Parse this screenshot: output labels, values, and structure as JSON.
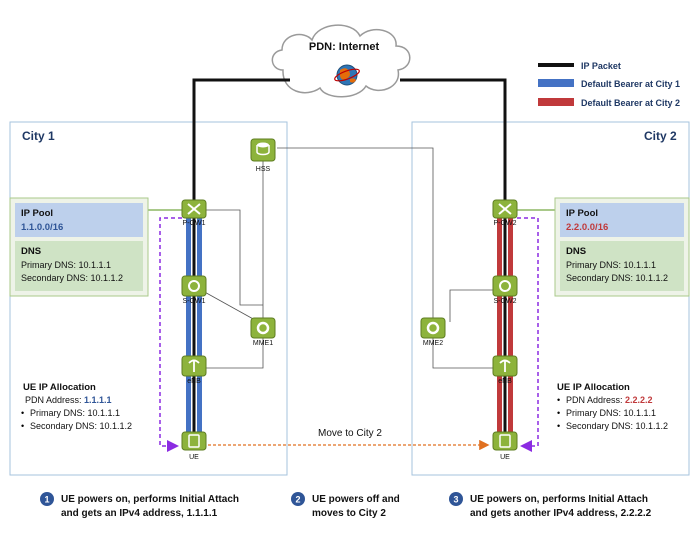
{
  "cloud": {
    "label": "PDN: Internet"
  },
  "legend": {
    "items": [
      {
        "label": "IP Packet",
        "color": "#111111"
      },
      {
        "label": "Default Bearer at City 1",
        "color": "#4472C4"
      },
      {
        "label": "Default Bearer at City 2",
        "color": "#C0393B"
      }
    ]
  },
  "cities": [
    {
      "title": "City 1",
      "pool_title": "IP Pool",
      "pool_value": "1.1.0.0/16",
      "dns_title": "DNS",
      "dns_primary": "Primary DNS: 10.1.1.1",
      "dns_secondary": "Secondary DNS: 10.1.1.2",
      "alloc_title": "UE IP Allocation",
      "alloc_pdn_label": "PDN Address: ",
      "alloc_pdn_value": "1.1.1.1",
      "alloc_primary": "Primary DNS: 10.1.1.1",
      "alloc_secondary": "Secondary DNS: 10.1.1.2",
      "nodes": {
        "pgw": "P-GW1",
        "sgw": "S-GW1",
        "enb": "eNB",
        "ue": "UE",
        "mme": "MME1",
        "hss": "HSS"
      }
    },
    {
      "title": "City 2",
      "pool_title": "IP Pool",
      "pool_value": "2.2.0.0/16",
      "dns_title": "DNS",
      "dns_primary": "Primary DNS: 10.1.1.1",
      "dns_secondary": "Secondary DNS: 10.1.1.2",
      "alloc_title": "UE IP Allocation",
      "alloc_pdn_label": "PDN Address: ",
      "alloc_pdn_value": "2.2.2.2",
      "alloc_primary": "Primary DNS: 10.1.1.1",
      "alloc_secondary": "Secondary DNS: 10.1.1.2",
      "nodes": {
        "pgw": "P-GW2",
        "sgw": "S-GW2",
        "enb": "eNB",
        "ue": "UE",
        "mme": "MME2"
      }
    }
  ],
  "move_label": "Move to City 2",
  "steps": [
    {
      "num": "1",
      "line1": "UE powers on, performs Initial Attach",
      "line2": "and gets an IPv4 address, 1.1.1.1"
    },
    {
      "num": "2",
      "line1": "UE powers off and",
      "line2": "moves to City 2"
    },
    {
      "num": "3",
      "line1": "UE powers on, performs Initial Attach",
      "line2": "and gets another IPv4 address, 2.2.2.2"
    }
  ],
  "colors": {
    "node_green": "#8DB33C",
    "pool_blue_bg": "#BDD0EC",
    "dns_green_bg": "#CFE3C5",
    "pool_border": "#A9C98A",
    "city_border": "#A6C3DE",
    "step_circle": "#2F5597"
  }
}
